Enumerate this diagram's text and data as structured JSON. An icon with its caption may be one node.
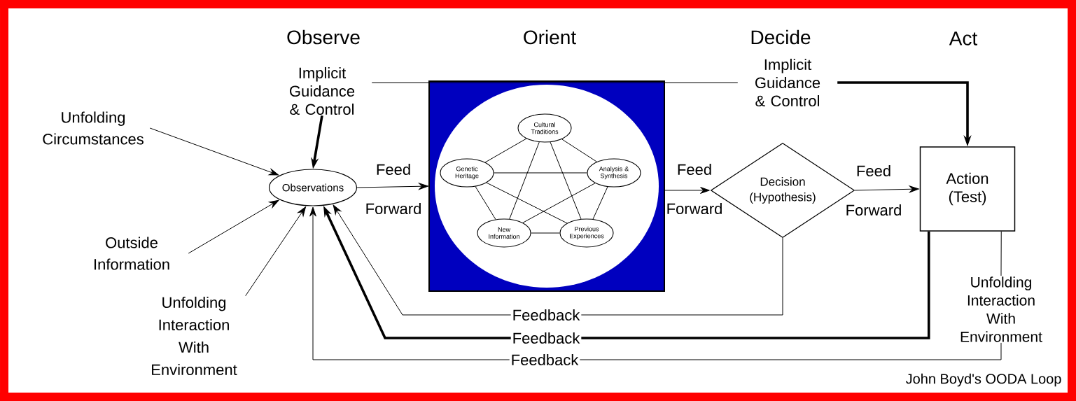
{
  "diagram": {
    "caption": "John Boyd's OODA Loop",
    "nodes": [
      {
        "text": [
          "Observations"
        ]
      },
      {
        "text": [],
        "shape": "box"
      },
      {
        "text": [
          "Cultural Traditions"
        ],
        "in": 1
      },
      {
        "text": [
          "Genetic Heritage"
        ],
        "in": 1
      },
      {
        "text": [
          "Analysis & Synthesis"
        ],
        "in": 1
      },
      {
        "text": [
          "New Information"
        ],
        "in": 1
      },
      {
        "text": [
          "Previous Experiences"
        ],
        "in": 1
      },
      {
        "text": [
          "Decision (Hypothesis)"
        ]
      },
      {
        "text": [
          "Action (Test)"
        ]
      },
      {
        "text": [
          "Unfolding Circumstances"
        ]
      },
      {
        "text": [
          "Outside Information"
        ]
      },
      {
        "text": [
          "Unfolding Interaction With Environment"
        ]
      },
      {
        "text": [
          "Implicit Guidance & Control"
        ]
      },
      {
        "text": [
          "Implicit Guidance & Control"
        ]
      },
      {
        "text": [
          "Unfolding Interaction With Environment"
        ]
      }
    ],
    "edges": [
      {
        "from": 9,
        "to": 0,
        "arrow": "to"
      },
      {
        "from": 10,
        "to": 0,
        "arrow": "to"
      },
      {
        "from": 11,
        "to": 0,
        "arrow": "to"
      },
      {
        "from": 12,
        "to": 0,
        "arrow": "to",
        "style": "thick"
      },
      {
        "from": 0,
        "to": 1,
        "arrow": "to",
        "label": "Feed Forward"
      },
      {
        "from": 1,
        "to": 7,
        "arrow": "to",
        "label": "Feed Forward"
      },
      {
        "from": 7,
        "to": 8,
        "arrow": "to",
        "label": "Feed Forward"
      },
      {
        "from": 12,
        "to": 13,
        "arrow": "none"
      },
      {
        "from": 13,
        "to": 8,
        "arrow": "to",
        "style": "thick"
      },
      {
        "from": 7,
        "to": 0,
        "arrow": "to",
        "label": "Feedback"
      },
      {
        "from": 8,
        "to": 0,
        "arrow": "to",
        "label": "Feedback",
        "style": "thick"
      },
      {
        "from": 8,
        "to": 14,
        "arrow": "none"
      },
      {
        "from": 14,
        "to": 0,
        "arrow": "to",
        "label": "Feedback"
      },
      {
        "from": 2,
        "to": 3,
        "arrow": "none"
      },
      {
        "from": 2,
        "to": 4,
        "arrow": "none"
      },
      {
        "from": 2,
        "to": 5,
        "arrow": "none"
      },
      {
        "from": 2,
        "to": 6,
        "arrow": "none"
      },
      {
        "from": 3,
        "to": 4,
        "arrow": "none"
      },
      {
        "from": 3,
        "to": 5,
        "arrow": "none"
      },
      {
        "from": 3,
        "to": 6,
        "arrow": "none"
      },
      {
        "from": 4,
        "to": 5,
        "arrow": "none"
      },
      {
        "from": 4,
        "to": 6,
        "arrow": "none"
      },
      {
        "from": 5,
        "to": 6,
        "arrow": "none"
      }
    ],
    "labels": [
      "Observe",
      "Orient",
      "Decide",
      "Act"
    ]
  }
}
